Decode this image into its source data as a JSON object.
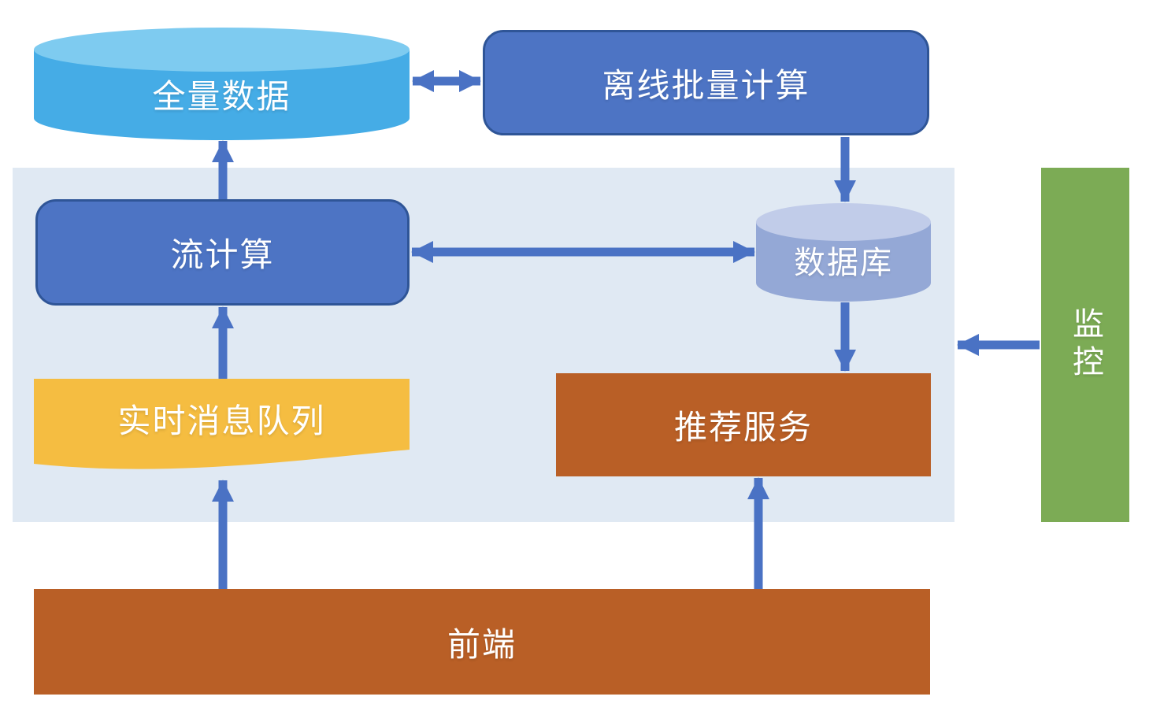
{
  "diagram": {
    "nodes": {
      "full_data": {
        "label": "全量数据",
        "shape": "cylinder"
      },
      "offline_batch": {
        "label": "离线批量计算",
        "shape": "rounded-rect"
      },
      "stream_compute": {
        "label": "流计算",
        "shape": "rounded-rect"
      },
      "database": {
        "label": "数据库",
        "shape": "cylinder"
      },
      "realtime_queue": {
        "label": "实时消息队列",
        "shape": "wave"
      },
      "recommend_service": {
        "label": "推荐服务",
        "shape": "rect"
      },
      "frontend": {
        "label": "前端",
        "shape": "rect"
      },
      "monitor": {
        "label": "监控",
        "shape": "rect-vertical-text"
      }
    },
    "edges": [
      {
        "from": "full_data",
        "to": "offline_batch",
        "direction": "bidirectional"
      },
      {
        "from": "offline_batch",
        "to": "database",
        "direction": "one-way"
      },
      {
        "from": "stream_compute",
        "to": "full_data",
        "direction": "one-way"
      },
      {
        "from": "stream_compute",
        "to": "database",
        "direction": "bidirectional"
      },
      {
        "from": "realtime_queue",
        "to": "stream_compute",
        "direction": "one-way"
      },
      {
        "from": "database",
        "to": "recommend_service",
        "direction": "one-way"
      },
      {
        "from": "frontend",
        "to": "realtime_queue",
        "direction": "one-way"
      },
      {
        "from": "frontend",
        "to": "recommend_service",
        "direction": "one-way"
      },
      {
        "from": "monitor",
        "to": "pipeline_container",
        "direction": "one-way"
      }
    ],
    "colors": {
      "arrow": "#4A72C4",
      "blue_box_fill": "#4D74C4",
      "blue_box_border": "#2F5597",
      "cyan_cylinder_body": "#45ACE6",
      "cyan_cylinder_top": "#7ECBF0",
      "purple_cylinder_body": "#94A8D6",
      "purple_cylinder_top": "#C1CCE9",
      "yellow_wave": "#F5BD41",
      "orange_box": "#B95F26",
      "green_box": "#7CAB55",
      "container_bg": "#E0E9F3"
    }
  }
}
